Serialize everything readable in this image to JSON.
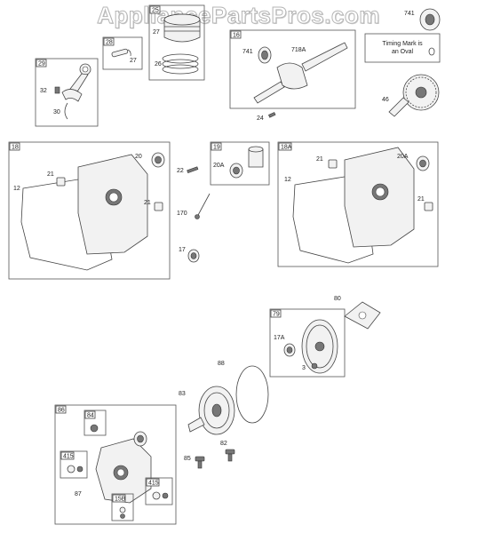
{
  "watermark": "AppliancePartsPros.com",
  "note": {
    "line1": "Timing Mark is",
    "line2": "an Oval"
  },
  "boxes": {
    "b25": "25",
    "b28": "28",
    "b29": "29",
    "b16": "16",
    "b18": "18",
    "b19": "19",
    "b18a": "18A",
    "b79": "79",
    "b86": "86",
    "b84": "84",
    "b415a": "415",
    "b415b": "415",
    "b15b": "15B"
  },
  "labels": {
    "l741a": "741",
    "l27a": "27",
    "l27b": "27",
    "l26": "26",
    "l32": "32",
    "l30": "30",
    "l741b": "741",
    "l718a": "718A",
    "l46": "46",
    "l24": "24",
    "l20": "20",
    "l21a": "21",
    "l12a": "12",
    "l21b": "21",
    "l22": "22",
    "l170": "170",
    "l17": "17",
    "l20a": "20A",
    "l21c": "21",
    "l20ab": "20A",
    "l12b": "12",
    "l21d": "21",
    "l80": "80",
    "l17a": "17A",
    "l3": "3",
    "l88": "88",
    "l83": "83",
    "l82": "82",
    "l85": "85",
    "l87": "87"
  }
}
